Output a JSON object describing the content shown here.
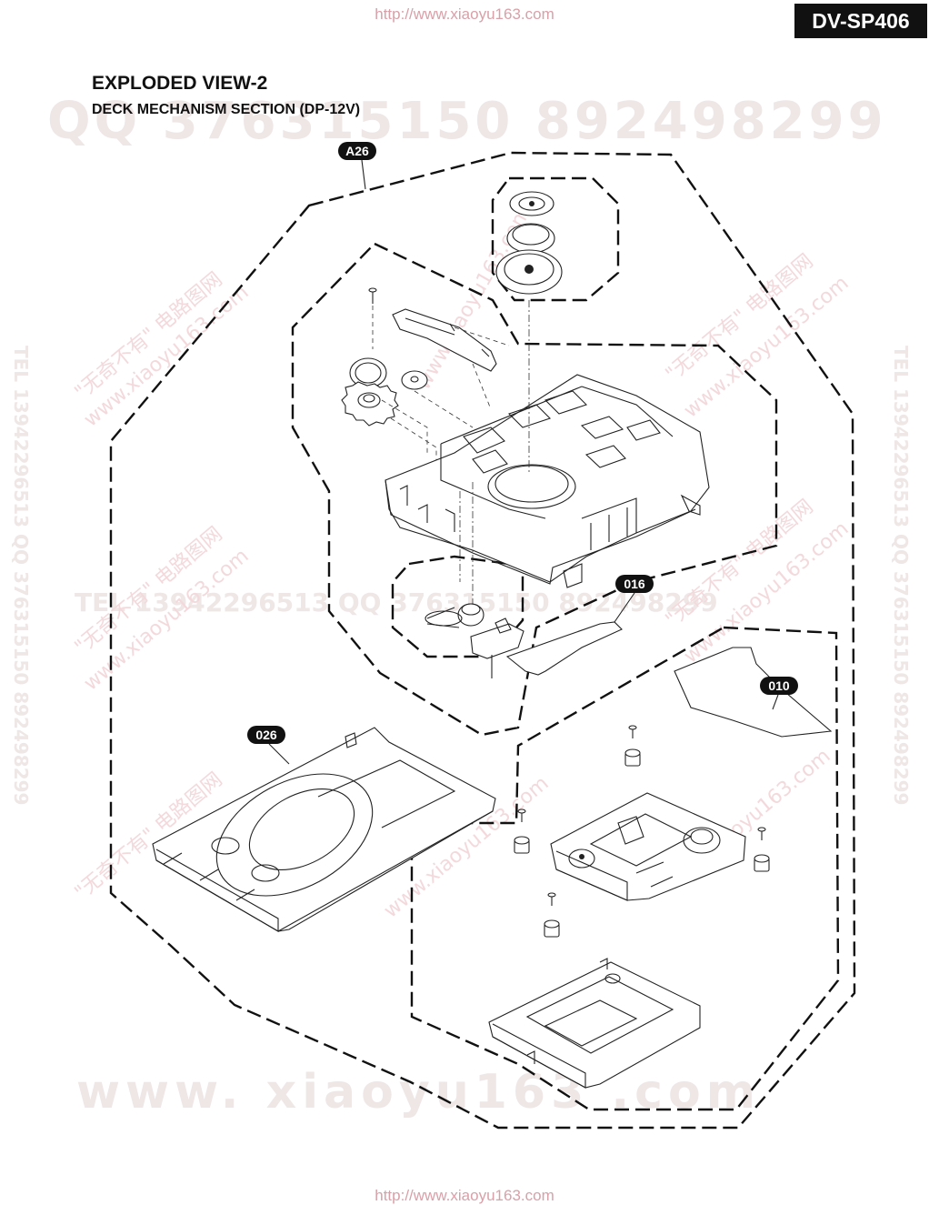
{
  "header": {
    "url_top": "http://www.xiaoyu163.com",
    "url_bottom": "http://www.xiaoyu163.com",
    "model": "DV-SP406"
  },
  "title": "EXPLODED VIEW-2",
  "subtitle": "DECK MECHANISM SECTION (DP-12V)",
  "callouts": {
    "a26": "A26",
    "p016": "016",
    "p010": "010",
    "p026": "026"
  },
  "watermarks": {
    "qq_line": "QQ 376315150   892498299",
    "tel_line": "TEL 13942296513   QQ 376315150   892498299",
    "side_left": "TEL 13942296513  QQ 376315150  892498299",
    "side_right": "TEL 13942296513  QQ 376315150  892498299",
    "www_line": "www. xiaoyu163 .com",
    "diag_text": "\"无奇不有\" 电路图网",
    "diag_url": "www.xiaoyu163.com"
  },
  "colors": {
    "line": "#222222",
    "badge_bg": "#111111",
    "url": "#d8a0a8",
    "watermark": "#efe6e6"
  }
}
